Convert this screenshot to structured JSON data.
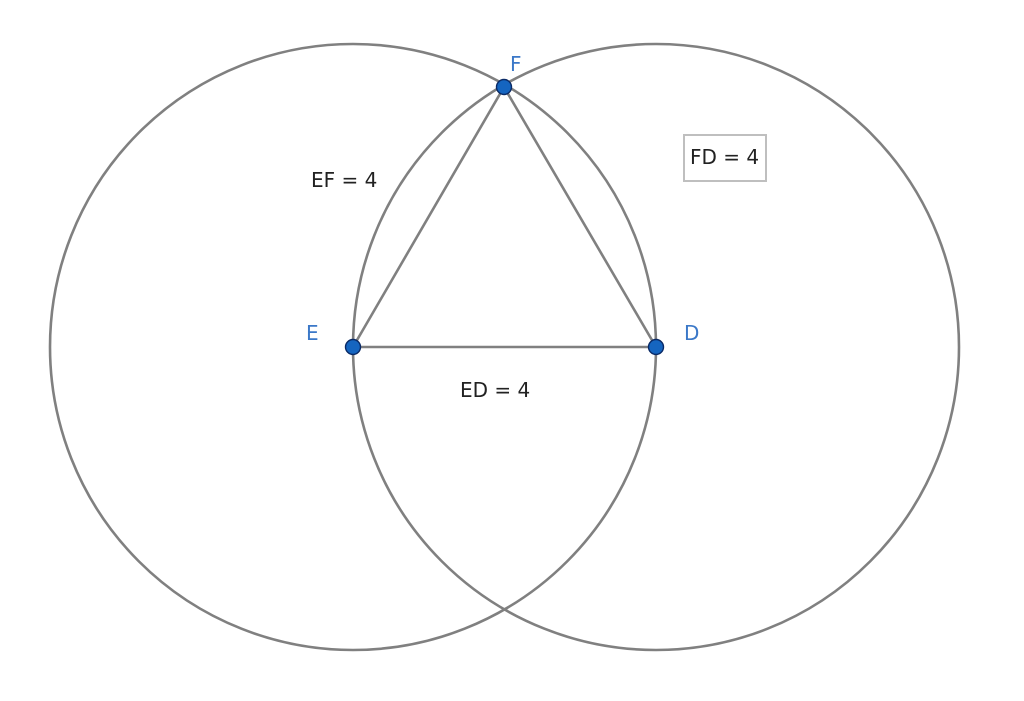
{
  "colors": {
    "stroke": "#808080",
    "point_fill": "#1565c0",
    "point_outline": "#0a2a66",
    "label": "#3b78c8",
    "text": "#222222"
  },
  "points": {
    "E": {
      "label": "E"
    },
    "D": {
      "label": "D"
    },
    "F": {
      "label": "F"
    }
  },
  "measurements": {
    "EF": "EF = 4",
    "ED": "ED = 4",
    "FD": "FD = 4"
  }
}
